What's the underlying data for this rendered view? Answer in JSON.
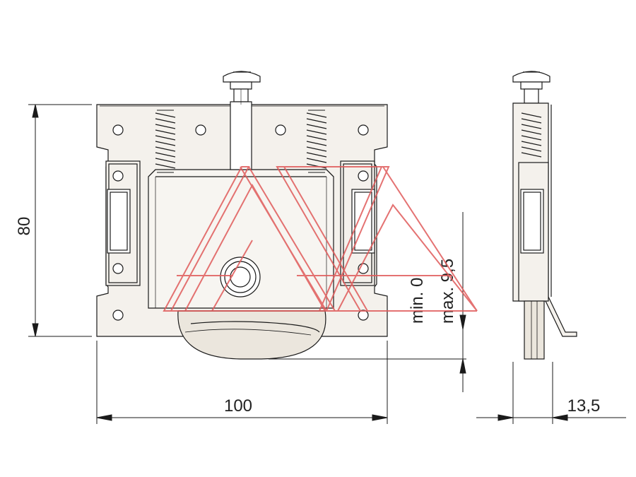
{
  "drawing": {
    "dimensions": {
      "height": "80",
      "width": "100",
      "depth": "13,5",
      "min_adjust": "min. 0",
      "max_adjust": "max. 9,5"
    },
    "colors": {
      "line": "#1a1a1a",
      "part_fill": "#f4f1ec",
      "wheel_fill": "#ebe6dd",
      "watermark": "#e05a5a"
    },
    "watermark_icon": "ax-logo-icon"
  }
}
